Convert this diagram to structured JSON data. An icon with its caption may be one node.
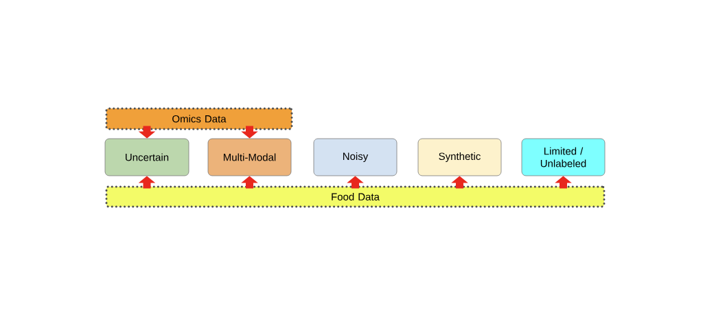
{
  "diagram": {
    "nodes": [
      {
        "text": [
          "Omics Data"
        ]
      },
      {
        "text": [
          "Uncertain"
        ]
      },
      {
        "text": [
          "Multi-Modal"
        ]
      },
      {
        "text": [
          "Noisy"
        ]
      },
      {
        "text": [
          "Synthetic"
        ]
      },
      {
        "text": [
          "Limited / Unlabeled"
        ]
      },
      {
        "text": [
          "Food Data"
        ]
      }
    ],
    "edges": [
      {
        "from": 0,
        "to": 1,
        "arrow": "to"
      },
      {
        "from": 0,
        "to": 2,
        "arrow": "to"
      },
      {
        "from": 6,
        "to": 1,
        "arrow": "to"
      },
      {
        "from": 6,
        "to": 2,
        "arrow": "to"
      },
      {
        "from": 6,
        "to": 3,
        "arrow": "to"
      },
      {
        "from": 6,
        "to": 4,
        "arrow": "to"
      },
      {
        "from": 6,
        "to": 5,
        "arrow": "to"
      }
    ]
  }
}
